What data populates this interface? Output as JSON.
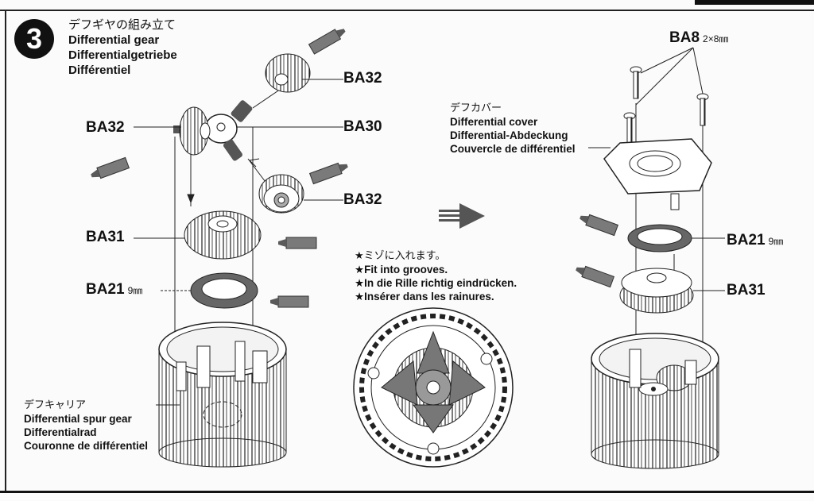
{
  "step": {
    "number": "3",
    "title_jp": "デフギヤの組み立て",
    "title_en": "Differential gear",
    "title_de": "Differentialgetriebe",
    "title_fr": "Différentiel"
  },
  "parts": {
    "ba32_top": "BA32",
    "ba32_left": "BA32",
    "ba30": "BA30",
    "ba32_lower": "BA32",
    "ba31_left": "BA31",
    "ba21_left": "BA21",
    "ba21_left_size": "9㎜",
    "ba8": "BA8",
    "ba8_size": "2×8㎜",
    "ba21_right": "BA21",
    "ba21_right_size": "9㎜",
    "ba31_right": "BA31"
  },
  "cover_label": {
    "jp": "デフカバー",
    "en": "Differential cover",
    "de": "Differential-Abdeckung",
    "fr": "Couvercle de différentiel"
  },
  "carrier_label": {
    "jp": "デフキャリア",
    "en": "Differential spur gear",
    "de": "Differentialrad",
    "fr": "Couronne de différentiel"
  },
  "instructions": {
    "jp": "★ミゾに入れます。",
    "en": "★Fit into grooves.",
    "de": "★In die Rille richtig eindrücken.",
    "fr": "★Insérer dans les rainures."
  },
  "icons": [
    "grease-tube-icon",
    "arrow-right-icon",
    "screw-icon"
  ],
  "colors": {
    "ink": "#111111",
    "paper": "#fbfbfb",
    "grease": "#7a7a7a"
  }
}
